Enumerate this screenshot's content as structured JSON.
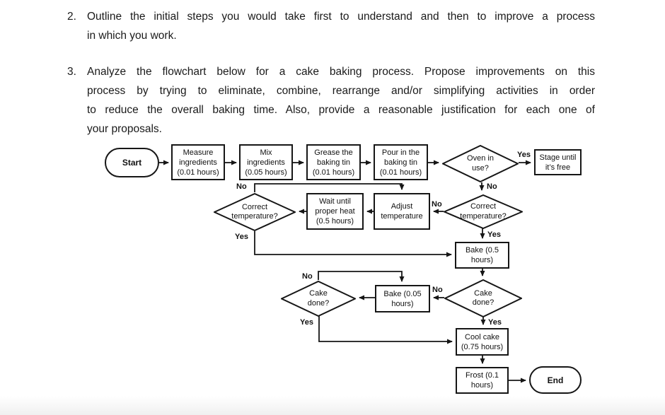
{
  "questions": [
    {
      "number": "2.",
      "lines": [
        "Outline the initial steps you would take first to understand and then to improve a process",
        "in which you work."
      ]
    },
    {
      "number": "3.",
      "lines": [
        "Analyze the flowchart below for a cake baking process. Propose improvements on this",
        "process by trying to eliminate, combine, rearrange and/or simplifying activities in order",
        "to reduce the overall baking time. Also, provide a reasonable justification for each one of",
        "your proposals."
      ]
    }
  ],
  "flowchart": {
    "type": "flowchart",
    "nodes": {
      "start": {
        "label": "Start",
        "shape": "terminator"
      },
      "measure": {
        "label": "Measure ingredients (0.01 hours)",
        "shape": "process"
      },
      "mix": {
        "label": "Mix ingredients (0.05 hours)",
        "shape": "process"
      },
      "grease": {
        "label": "Grease the baking tin (0.01 hours)",
        "shape": "process"
      },
      "pour": {
        "label": "Pour in the baking tin (0.01 hours)",
        "shape": "process"
      },
      "oven_in_use": {
        "label": "Oven in use?",
        "shape": "decision"
      },
      "stage": {
        "label": "Stage until it’s free",
        "shape": "process"
      },
      "correct_temp_left": {
        "label": "Correct temperature?",
        "shape": "decision"
      },
      "wait_heat": {
        "label": "Wait until proper heat (0.5 hours)",
        "shape": "process"
      },
      "adjust_temp": {
        "label": "Adjust temperature",
        "shape": "process"
      },
      "correct_temp_right": {
        "label": "Correct temperature?",
        "shape": "decision"
      },
      "bake_long": {
        "label": "Bake (0.5 hours)",
        "shape": "process"
      },
      "cake_done_left": {
        "label": "Cake done?",
        "shape": "decision"
      },
      "bake_short": {
        "label": "Bake (0.05 hours)",
        "shape": "process"
      },
      "cake_done_right": {
        "label": "Cake done?",
        "shape": "decision"
      },
      "cool_cake": {
        "label": "Cool cake (0.75 hours)",
        "shape": "process"
      },
      "frost": {
        "label": "Frost (0.1 hours)",
        "shape": "process"
      },
      "end": {
        "label": "End",
        "shape": "terminator"
      }
    },
    "branch_labels": {
      "yes": "Yes",
      "no": "No"
    },
    "colors": {
      "ink": "#161616",
      "background": "#ffffff"
    }
  }
}
